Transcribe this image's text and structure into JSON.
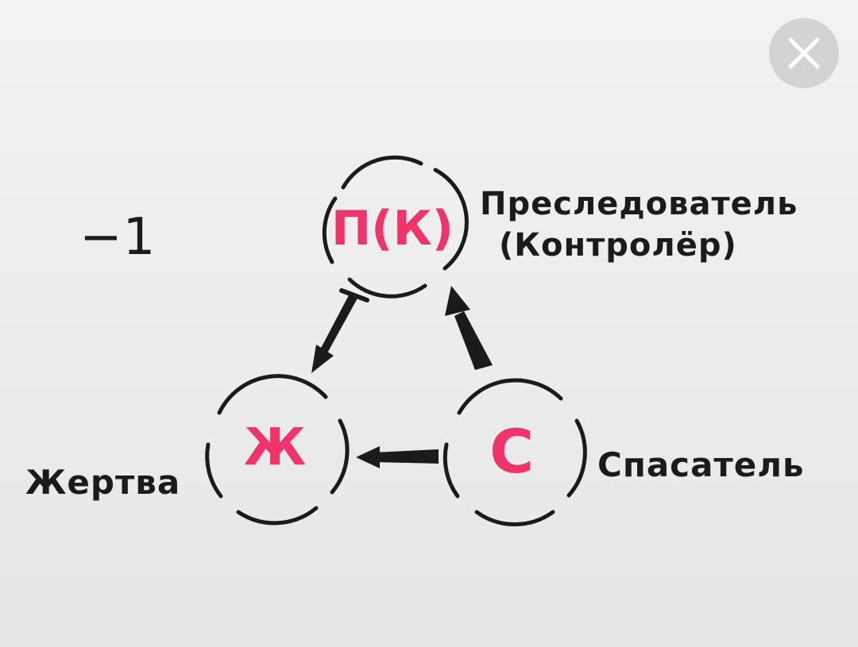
{
  "viewer": {
    "close_icon": "close-icon"
  },
  "diagram": {
    "level": "−1",
    "nodes": {
      "persecutor": {
        "letter": "П(К)",
        "label_line1": "Преследователь",
        "label_line2": "(Контролёр)"
      },
      "victim": {
        "letter": "Ж",
        "label": "Жертва"
      },
      "rescuer": {
        "letter": "С",
        "label": "Спасатель"
      }
    },
    "colors": {
      "ink": "#1b1b1b",
      "accent": "#f0336a",
      "paper": "#ececec"
    }
  }
}
